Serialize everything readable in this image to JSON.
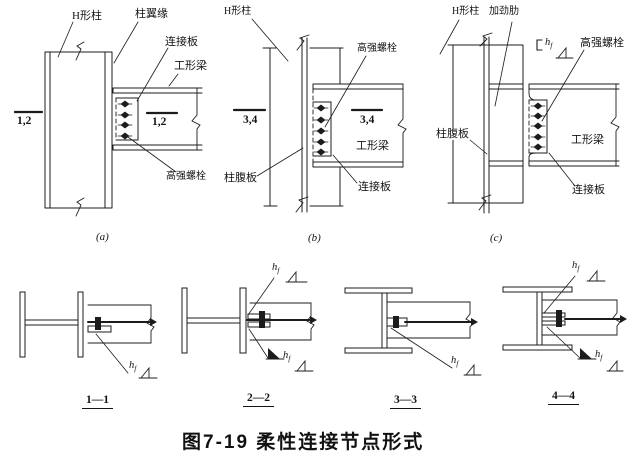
{
  "figure_caption": "图7-19 柔性连接节点形式",
  "weld_symbol": {
    "base": "h",
    "sub": "f"
  },
  "panels": {
    "a": {
      "caption": "(a)",
      "column": "H形柱",
      "column_flange": "柱翼缘",
      "plate": "连接板",
      "beam": "工形梁",
      "bolts": "高强螺栓",
      "mark_left": "1,2",
      "mark_right": "1,2"
    },
    "b": {
      "caption": "(b)",
      "column": "H形柱",
      "bolts": "高强螺栓",
      "web": "柱腹板",
      "plate": "连接板",
      "beam": "工形梁",
      "mark_left": "3,4",
      "mark_right": "3,4"
    },
    "c": {
      "caption": "(c)",
      "column": "H形柱",
      "stiffener": "加劲肋",
      "bolts": "高强螺栓",
      "web": "柱腹板",
      "beam": "工形梁",
      "plate": "连接板"
    }
  },
  "sections": {
    "s1": "1—1",
    "s2": "2—2",
    "s3": "3—3",
    "s4": "4—4"
  }
}
